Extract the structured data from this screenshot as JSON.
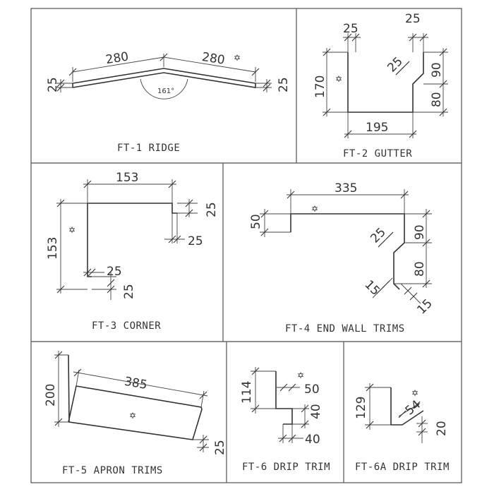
{
  "marker_glyph": "✡",
  "panels": {
    "ft1": {
      "title": "FT-1 RIDGE",
      "len_left": "280",
      "len_right": "280",
      "angle": "161°",
      "edge_left": "25",
      "edge_right": "25"
    },
    "ft2": {
      "title": "FT-2 GUTTER",
      "height": "170",
      "base": "195",
      "top_left": "25",
      "top_right": "25",
      "step_h": "90",
      "step_low": "80",
      "diag": "25"
    },
    "ft3": {
      "title": "FT-3 CORNER",
      "top": "153",
      "side": "153",
      "flange_top": "25",
      "flange_top_w": "25",
      "flange_bot": "25",
      "flange_bot_h": "25"
    },
    "ft4": {
      "title": "FT-4 END WALL TRIMS",
      "top": "335",
      "left_h": "50",
      "step_h": "90",
      "step_low": "80",
      "diag": "25",
      "bot1": "15",
      "bot2": "15"
    },
    "ft5": {
      "title": "FT-5 APRON TRIMS",
      "height": "200",
      "length": "385",
      "lip": "25"
    },
    "ft6": {
      "title": "FT-6 DRIP TRIM",
      "height": "114",
      "top": "50",
      "mid": "40",
      "bot": "40"
    },
    "ft6a": {
      "title": "FT-6A DRIP TRIM",
      "height": "129",
      "diag": "54",
      "lip": "20"
    }
  }
}
